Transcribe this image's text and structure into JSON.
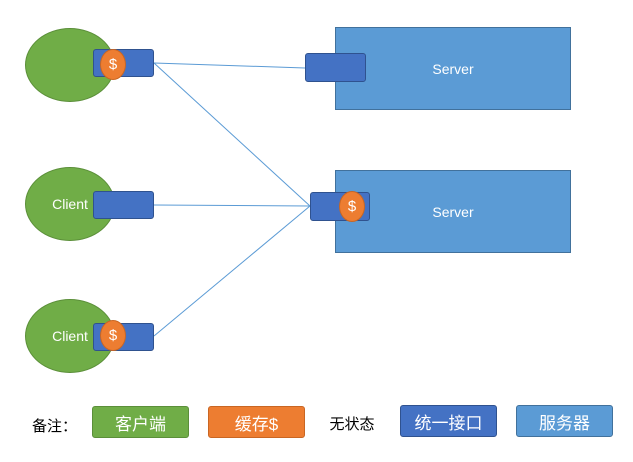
{
  "diagram": {
    "clients": [
      {
        "label": ""
      },
      {
        "label": "Client"
      },
      {
        "label": "Client"
      }
    ],
    "servers": [
      {
        "label": "Server"
      },
      {
        "label": "Server"
      }
    ],
    "cache_symbol": "$"
  },
  "legend": {
    "prefix": "备注：",
    "items": [
      {
        "label": "客户端"
      },
      {
        "label": "缓存$"
      },
      {
        "label": "无状态"
      },
      {
        "label": "统一接口"
      },
      {
        "label": "服务器"
      }
    ]
  },
  "colors": {
    "client": "#70ad47",
    "cache": "#ed7d31",
    "interface": "#4472c4",
    "server": "#5b9bd5",
    "connector": "#5b9bd5"
  }
}
